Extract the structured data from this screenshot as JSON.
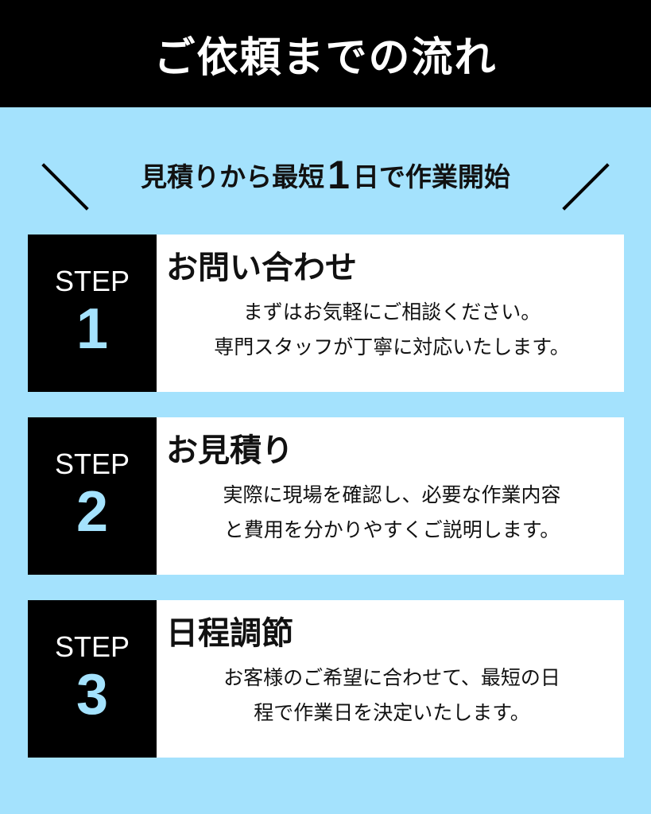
{
  "header": {
    "title": "ご依頼までの流れ"
  },
  "subtitle": {
    "before": "見積りから最短",
    "number": "1",
    "after": "日で作業開始"
  },
  "steps": [
    {
      "label": "STEP",
      "number": "1",
      "title": "お問い合わせ",
      "lines": [
        "まずはお気軽にご相談ください。",
        "専門スタッフが丁寧に対応いたします。"
      ]
    },
    {
      "label": "STEP",
      "number": "2",
      "title": "お見積り",
      "lines": [
        "実際に現場を確認し、必要な作業内容",
        "と費用を分かりやすくご説明します。"
      ]
    },
    {
      "label": "STEP",
      "number": "3",
      "title": "日程調節",
      "lines": [
        "お客様のご希望に合わせて、最短の日",
        "程で作業日を決定いたします。"
      ]
    }
  ]
}
